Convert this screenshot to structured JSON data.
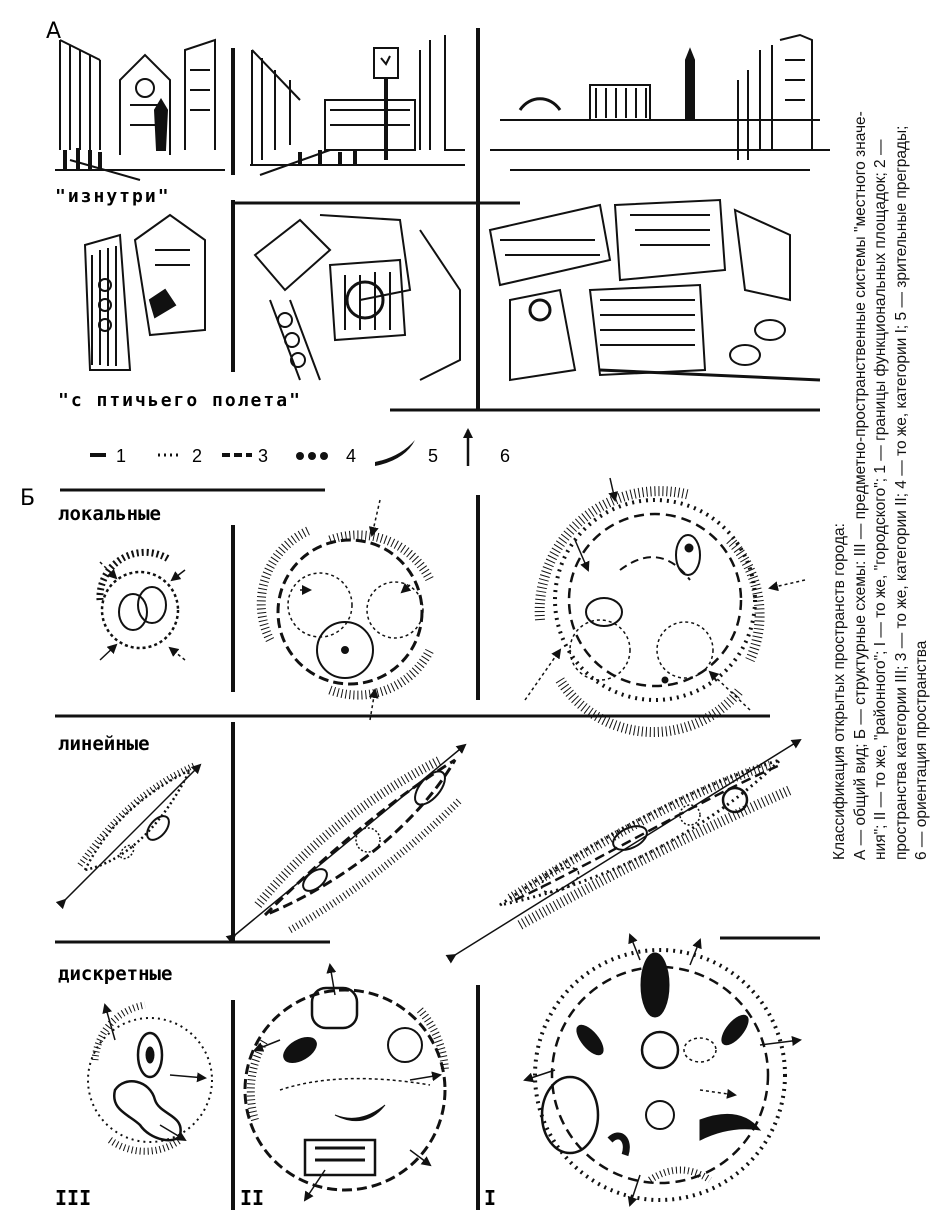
{
  "figure": {
    "panel_a_letter": "А",
    "panel_b_letter": "Б",
    "label_inside": "\"изнутри\"",
    "label_bird": "\"с птичьего полета\"",
    "legend": [
      {
        "num": "1",
        "symbol": "solid-line"
      },
      {
        "num": "2",
        "symbol": "dotted-line"
      },
      {
        "num": "3",
        "symbol": "dashed-line"
      },
      {
        "num": "4",
        "symbol": "bold-dots"
      },
      {
        "num": "5",
        "symbol": "hatched-barrier"
      },
      {
        "num": "6",
        "symbol": "arrow"
      }
    ],
    "row_labels": [
      "локальные",
      "линейные",
      "дискретные"
    ],
    "column_numerals": [
      "III",
      "II",
      "I"
    ]
  },
  "caption": {
    "lines": [
      "Классификация открытых пространств города:",
      "А — общий вид; Б — структурные схемы: III — предметно-пространственные системы \"местного значе-",
      "ния\"; II — то же, \"районного\"; I — то же, \"городского\"; 1 — границы функциональных площадок; 2 —",
      "пространства категории III; 3 — то же, категории II; 4 — то же, категории I; 5 — зрительные преграды;",
      "6 — ориентация пространства"
    ]
  }
}
